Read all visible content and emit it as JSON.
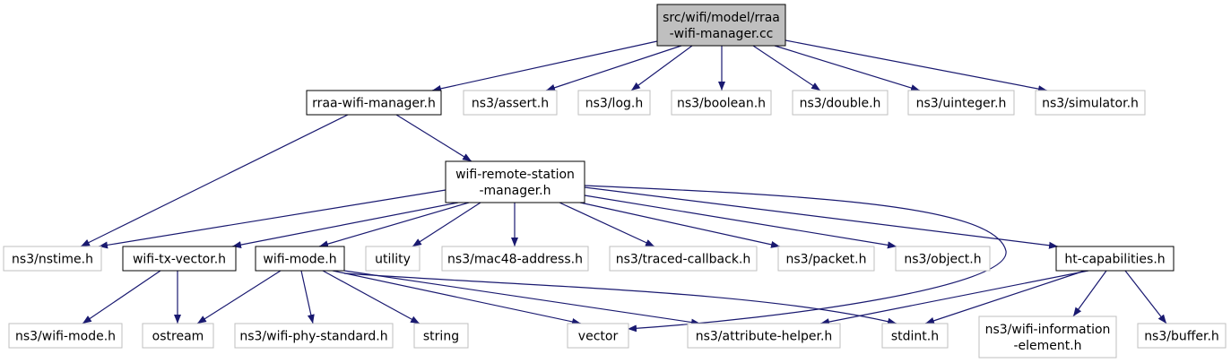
{
  "graph": {
    "nodes": [
      {
        "id": "root",
        "lines": [
          "src/wifi/model/rraa",
          "-wifi-manager.cc"
        ],
        "style": "root"
      },
      {
        "id": "rraa",
        "lines": [
          "rraa-wifi-manager.h"
        ],
        "style": "local"
      },
      {
        "id": "assert",
        "lines": [
          "ns3/assert.h"
        ],
        "style": "external"
      },
      {
        "id": "log",
        "lines": [
          "ns3/log.h"
        ],
        "style": "external"
      },
      {
        "id": "boolean",
        "lines": [
          "ns3/boolean.h"
        ],
        "style": "external"
      },
      {
        "id": "double",
        "lines": [
          "ns3/double.h"
        ],
        "style": "external"
      },
      {
        "id": "uinteger",
        "lines": [
          "ns3/uinteger.h"
        ],
        "style": "external"
      },
      {
        "id": "simulator",
        "lines": [
          "ns3/simulator.h"
        ],
        "style": "external"
      },
      {
        "id": "wrsm",
        "lines": [
          "wifi-remote-station",
          "-manager.h"
        ],
        "style": "local"
      },
      {
        "id": "nstime",
        "lines": [
          "ns3/nstime.h"
        ],
        "style": "external"
      },
      {
        "id": "txvector",
        "lines": [
          "wifi-tx-vector.h"
        ],
        "style": "local"
      },
      {
        "id": "wifimode",
        "lines": [
          "wifi-mode.h"
        ],
        "style": "local"
      },
      {
        "id": "utility",
        "lines": [
          "utility"
        ],
        "style": "external"
      },
      {
        "id": "mac48",
        "lines": [
          "ns3/mac48-address.h"
        ],
        "style": "external"
      },
      {
        "id": "traced",
        "lines": [
          "ns3/traced-callback.h"
        ],
        "style": "external"
      },
      {
        "id": "packet",
        "lines": [
          "ns3/packet.h"
        ],
        "style": "external"
      },
      {
        "id": "object",
        "lines": [
          "ns3/object.h"
        ],
        "style": "external"
      },
      {
        "id": "htcap",
        "lines": [
          "ht-capabilities.h"
        ],
        "style": "local"
      },
      {
        "id": "ns3wifimode",
        "lines": [
          "ns3/wifi-mode.h"
        ],
        "style": "external"
      },
      {
        "id": "ostream",
        "lines": [
          "ostream"
        ],
        "style": "external"
      },
      {
        "id": "phystd",
        "lines": [
          "ns3/wifi-phy-standard.h"
        ],
        "style": "external"
      },
      {
        "id": "string",
        "lines": [
          "string"
        ],
        "style": "external"
      },
      {
        "id": "vector",
        "lines": [
          "vector"
        ],
        "style": "external"
      },
      {
        "id": "attrhelper",
        "lines": [
          "ns3/attribute-helper.h"
        ],
        "style": "external"
      },
      {
        "id": "stdint",
        "lines": [
          "stdint.h"
        ],
        "style": "external"
      },
      {
        "id": "wifiinfo",
        "lines": [
          "ns3/wifi-information",
          "-element.h"
        ],
        "style": "external"
      },
      {
        "id": "buffer",
        "lines": [
          "ns3/buffer.h"
        ],
        "style": "external"
      }
    ],
    "edges": [
      {
        "from": "root",
        "to": "rraa"
      },
      {
        "from": "root",
        "to": "assert"
      },
      {
        "from": "root",
        "to": "log"
      },
      {
        "from": "root",
        "to": "boolean"
      },
      {
        "from": "root",
        "to": "double"
      },
      {
        "from": "root",
        "to": "uinteger"
      },
      {
        "from": "root",
        "to": "simulator"
      },
      {
        "from": "rraa",
        "to": "nstime"
      },
      {
        "from": "rraa",
        "to": "wrsm"
      },
      {
        "from": "wrsm",
        "to": "nstime"
      },
      {
        "from": "wrsm",
        "to": "txvector"
      },
      {
        "from": "wrsm",
        "to": "wifimode"
      },
      {
        "from": "wrsm",
        "to": "utility"
      },
      {
        "from": "wrsm",
        "to": "mac48"
      },
      {
        "from": "wrsm",
        "to": "traced"
      },
      {
        "from": "wrsm",
        "to": "packet"
      },
      {
        "from": "wrsm",
        "to": "object"
      },
      {
        "from": "wrsm",
        "to": "htcap"
      },
      {
        "from": "wrsm",
        "to": "vector"
      },
      {
        "from": "txvector",
        "to": "ns3wifimode"
      },
      {
        "from": "txvector",
        "to": "ostream"
      },
      {
        "from": "wifimode",
        "to": "ostream"
      },
      {
        "from": "wifimode",
        "to": "phystd"
      },
      {
        "from": "wifimode",
        "to": "string"
      },
      {
        "from": "wifimode",
        "to": "vector"
      },
      {
        "from": "wifimode",
        "to": "attrhelper"
      },
      {
        "from": "wifimode",
        "to": "stdint"
      },
      {
        "from": "htcap",
        "to": "attrhelper"
      },
      {
        "from": "htcap",
        "to": "stdint"
      },
      {
        "from": "htcap",
        "to": "wifiinfo"
      },
      {
        "from": "htcap",
        "to": "buffer"
      }
    ]
  },
  "colors": {
    "edge": "#191970",
    "root_fill": "#bfbfbf",
    "root_stroke": "#000000",
    "local_stroke": "#000000",
    "external_stroke": "#bfbfbf",
    "text": "#000000"
  }
}
